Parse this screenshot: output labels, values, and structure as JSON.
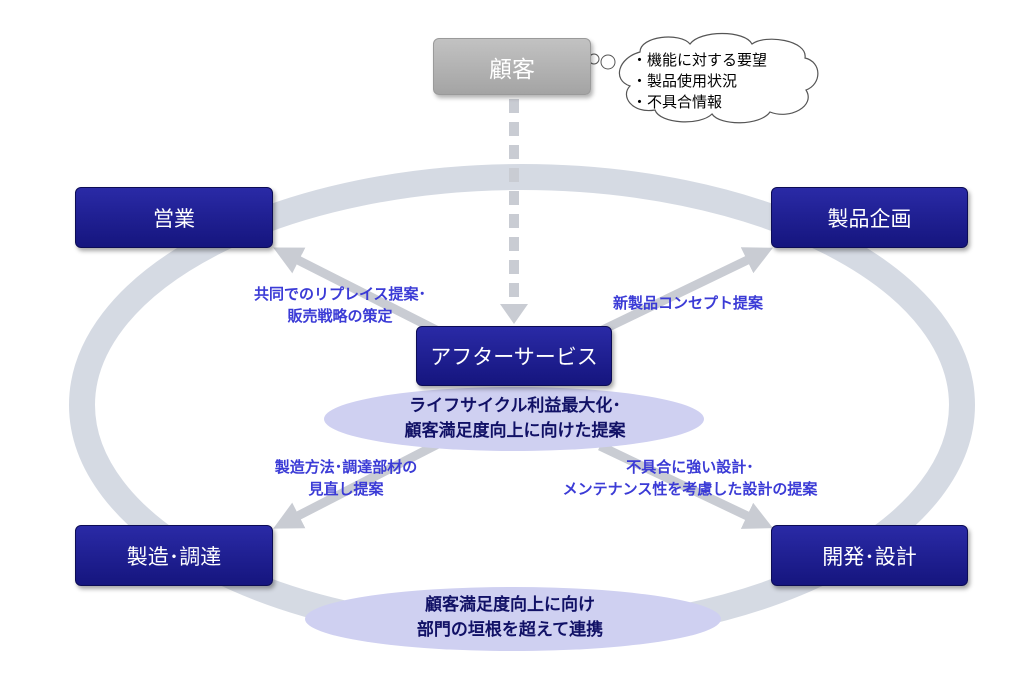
{
  "customer": {
    "label": "顧客"
  },
  "thought_bubble": {
    "items": [
      "・機能に対する要望",
      "・製品使用状況",
      "・不具合情報"
    ]
  },
  "boxes": {
    "sales": "営業",
    "product_planning": "製品企画",
    "after_service": "アフターサービス",
    "manufacturing": "製造･調達",
    "development": "開発･設計"
  },
  "arrow_labels": {
    "to_sales": [
      "共同でのリプレイス提案･",
      "販売戦略の策定"
    ],
    "to_planning": [
      "新製品コンセプト提案"
    ],
    "to_manufacturing": [
      "製造方法･調達部材の",
      "見直し提案"
    ],
    "to_development": [
      "不具合に強い設計･",
      "メンテナンス性を考慮した設計の提案"
    ]
  },
  "center_ellipse": [
    "ライフサイクル利益最大化･",
    "顧客満足度向上に向けた提案"
  ],
  "bottom_ellipse": [
    "顧客満足度向上に向け",
    "部門の垣根を超えて連携"
  ],
  "colors": {
    "box_fill": "#1c1c8c",
    "customer_fill": "#b0b0b0",
    "ring": "#d5dae3",
    "label_text": "#3b3bd6",
    "ellipse_fill": "#cfd0f1",
    "arrow": "#c9ccd3"
  }
}
